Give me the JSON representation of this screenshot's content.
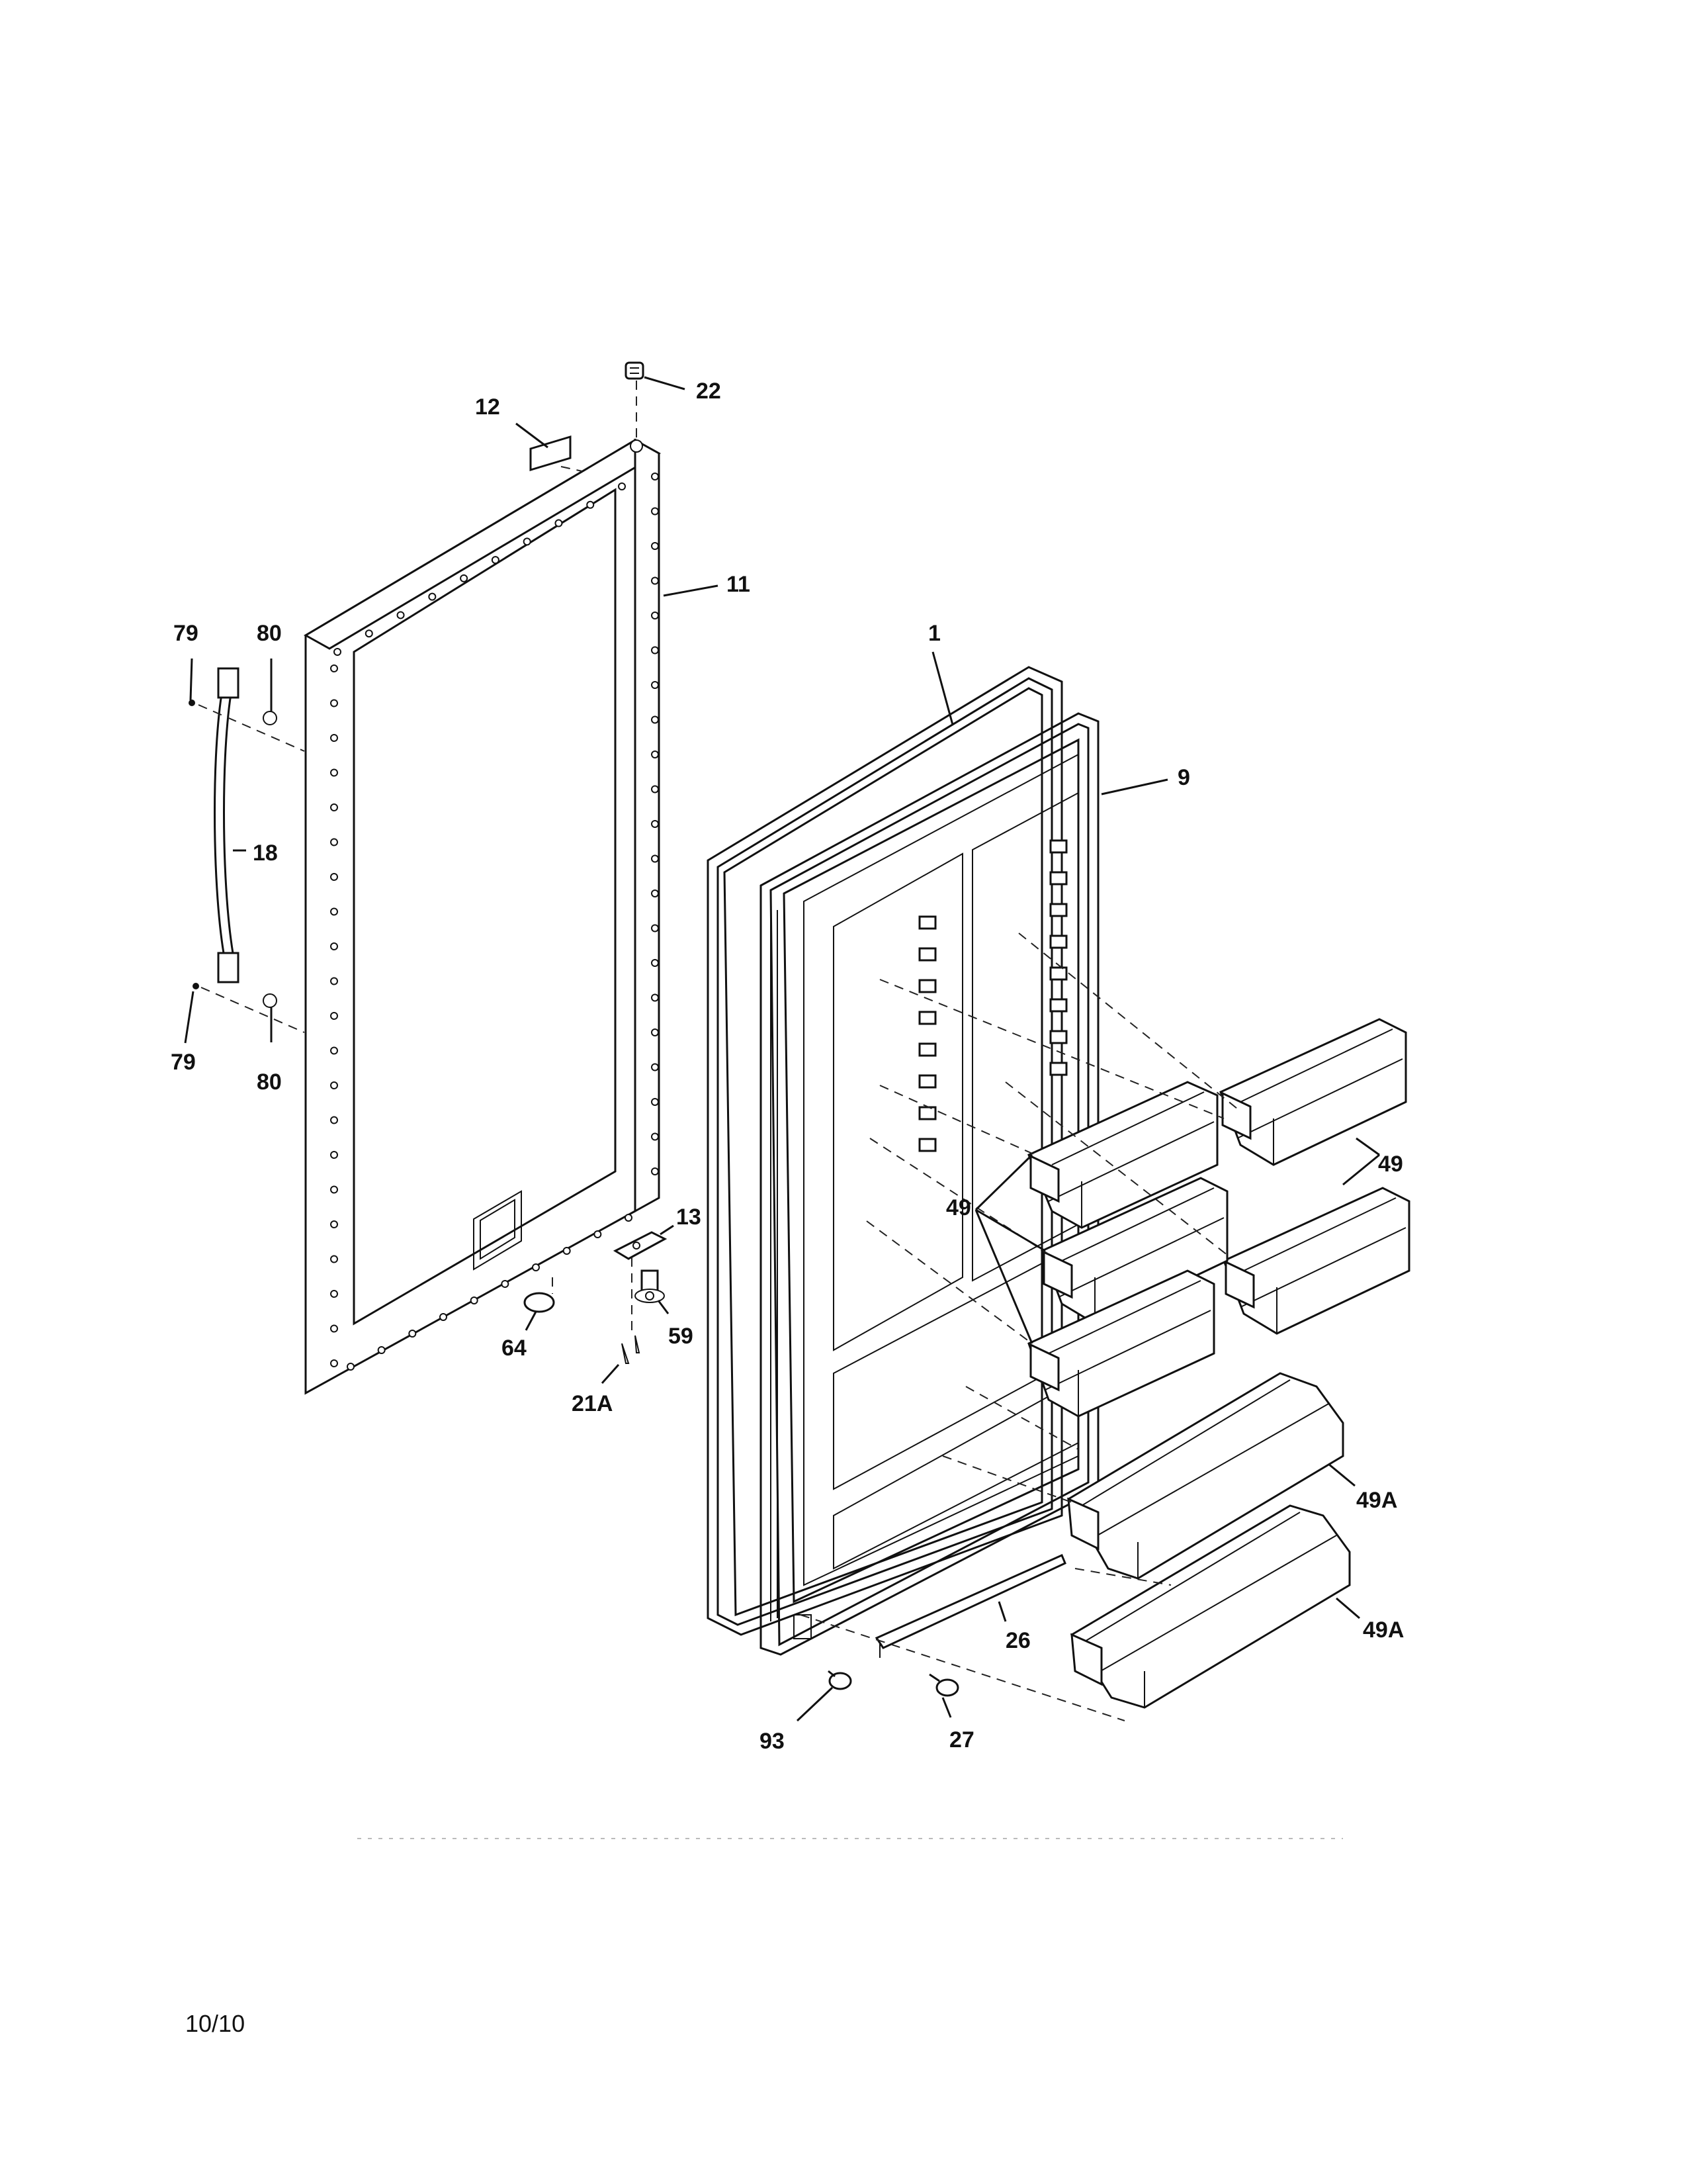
{
  "diagram": {
    "callouts": {
      "c1": "1",
      "c9": "9",
      "c11": "11",
      "c12": "12",
      "c13": "13",
      "c18": "18",
      "c21a": "21A",
      "c22": "22",
      "c26": "26",
      "c27": "27",
      "c49_right": "49",
      "c49_left": "49",
      "c49a_top": "49A",
      "c49a_bottom": "49A",
      "c59": "59",
      "c64": "64",
      "c79_top": "79",
      "c79_bottom": "79",
      "c80_top": "80",
      "c80_bottom": "80",
      "c93": "93"
    }
  },
  "footer": {
    "date_code": "10/10"
  }
}
